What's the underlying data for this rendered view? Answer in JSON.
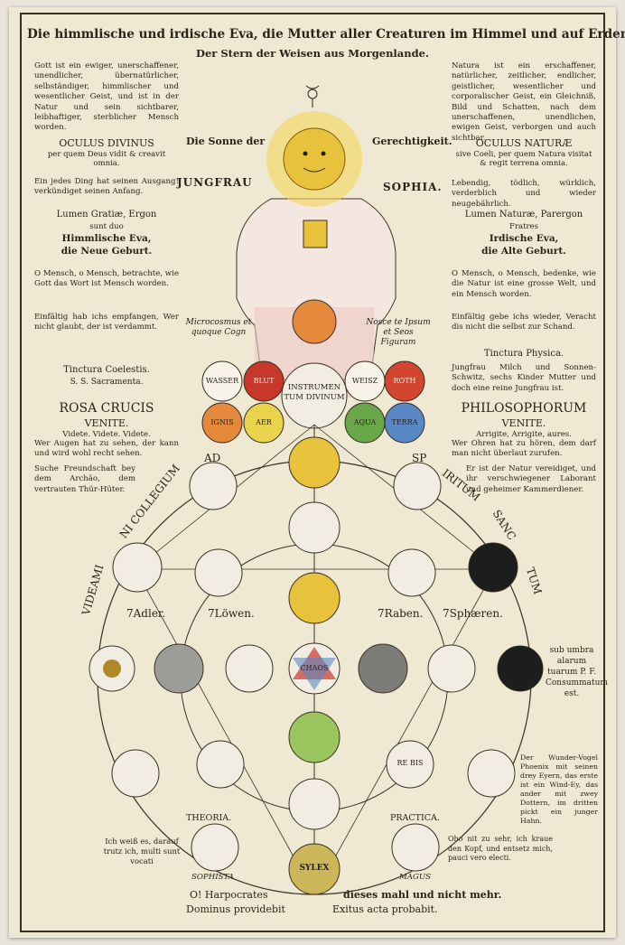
{
  "header": {
    "title": "Die himmlische und irdische Eva, die Mutter aller Creaturen im Himmel und auf Erden.",
    "subtitle": "Der Stern der Weisen aus Morgenlande."
  },
  "left": {
    "intro": "Gott ist ein ewiger, unerschaffener, unendlicher, übernatürlicher, selbständiger, himmlischer und wesentlicher Geist, und ist in der Natur und sein sichtbarer, leibhaftiger, sterblicher Mensch worden.",
    "oculus_title": "OCULUS DIVINUS",
    "oculus_sub": "per quem Deus vidit & creavit omnia.",
    "anfang": "Ein jedes Ding hat seinen Ausgang! verkündiget seinen Anfang.",
    "lumen": "Lumen Gratiæ, Ergon",
    "lumen_sub": "sunt duo",
    "eva": "Himmlische Eva,",
    "geburt": "die Neue Geburt.",
    "mensch": "O Mensch, o Mensch, betrachte, wie Gott das Wort ist Mensch worden.",
    "einfaeltig": "Einfältig hab ichs empfangen, Wer nicht glaubt, der ist verdammt.",
    "tinctura": "Tinctura Coelestis.",
    "sacramenta": "S. S. Sacramenta.",
    "rosa": "ROSA CRUCIS",
    "venite": "VENITE.",
    "videte": "Videte. Videte. Videte.",
    "augen": "Wer Augen hat zu sehen, der kann und wird wohl recht sehen.",
    "freundschaft": "Suche Freundschaft bey dem Archäo, dem vertrauten Thür-Hüter."
  },
  "right": {
    "intro": "Natura ist ein erschaffener, natürlicher, zeitlicher, endlicher, geistlicher, wesentlicher und corporalischer Geist, ein Gleichniß, Bild und Schatten, nach dem unerschaffenen, unendlichen, ewigen Geist, verborgen und auch sichtbar.",
    "oculus_title": "OCULUS NATURÆ",
    "oculus_sub": "sive Coeli, per quem Natura visitat & regit terrena omnia.",
    "lebendig": "Lebendig, tödlich, würklich, verderblich und wieder neugebährlich.",
    "lumen": "Lumen Naturæ, Parergon",
    "lumen_sub": "Fratres",
    "eva": "Irdische Eva,",
    "geburt": "die Alte Geburt.",
    "mensch": "O Mensch, o Mensch, bedenke, wie die Natur ist eine grosse Welt, und ein Mensch worden.",
    "einfaeltig": "Einfältig gebe ichs wieder, Veracht dis nicht die selbst zur Schand.",
    "tinctura": "Tinctura Physica.",
    "jungfrau": "Jungfrau Milch und Sonnen-Schwitz, sechs Kinder Mutter und doch eine reine Jungfrau ist.",
    "philo": "PHILOSOPHORUM",
    "venite": "VENITE.",
    "arrigite": "Arrigite, Arrigite, aures.",
    "ohren": "Wer Ohren hat zu hören, dem darf man nicht überlaut zurufen.",
    "natur": "Er ist der Natur vereidiget, und ihr verschwiegener Laborant und geheimer Kammerdiener.",
    "sub_umbra": "sub umbra alarum tuarum P. F. Consummatum est.",
    "phoenix": "Der Wunder-Vogel Phoenix mit seinen drey Eyern, das erste ist ein Wind-Ey, das ander mit zwey Dottern, im dritten pickt ein junger Hahn.",
    "oho": "Oho nit zu sehr, ich kraue den Kopf, und entsetz mich, pauci vero electi."
  },
  "figure": {
    "sonne": "Die Sonne der",
    "gerecht": "Gerechtigkeit.",
    "jungfrau": "JUNGFRAU",
    "sophia": "SOPHIA.",
    "microcosmus": "Microcosmus et quoque Cogn",
    "nosce": "Nosce te Ipsum et Seos Figuram",
    "instrumen": "INSTRUMEN TUM DIVINUM",
    "elements_top": [
      "WASSER",
      "BLUT",
      "WEISZ",
      "ROTH"
    ],
    "elements_bottom": [
      "IGNIS",
      "AER",
      "AQUA",
      "TERRA"
    ],
    "ad": "AD",
    "sp": "SP",
    "collegium": "NI COLLEGIUM",
    "videamus": "VIDEAMI",
    "iritum": "IRITUM",
    "sanc": "SANC",
    "tum": "TUM",
    "adler": "7Adler.",
    "loewen": "7Löwen.",
    "raben": "7Raben.",
    "sphaeren": "7Sphæren.",
    "chaos": "CHAOS",
    "rebis": "RE BIS",
    "theoria": "THEORIA.",
    "practica": "PRACTICA.",
    "sophista": "SOPHISTA",
    "magus": "MAGUS",
    "sylex": "SYLEX",
    "weisz_text": "Ich weiß es, darauf trutz ich, multi sunt vocati",
    "harpocrates": "O! Harpocrates",
    "dieses": "dieses mahl und nicht mehr.",
    "dominus": "Dominus providebit",
    "exitus": "Exitus acta probabit."
  },
  "colors": {
    "paper": "#efe8d3",
    "ink": "#2a2418",
    "gold": "#e7c23a",
    "red": "#c8382a",
    "orange": "#e58a3c",
    "yellow": "#e9d34a",
    "green": "#6aa64a",
    "blue": "#5a87c6",
    "grey": "#8e8e8a",
    "black": "#1d1d1d",
    "pink": "#ecc9c4"
  }
}
